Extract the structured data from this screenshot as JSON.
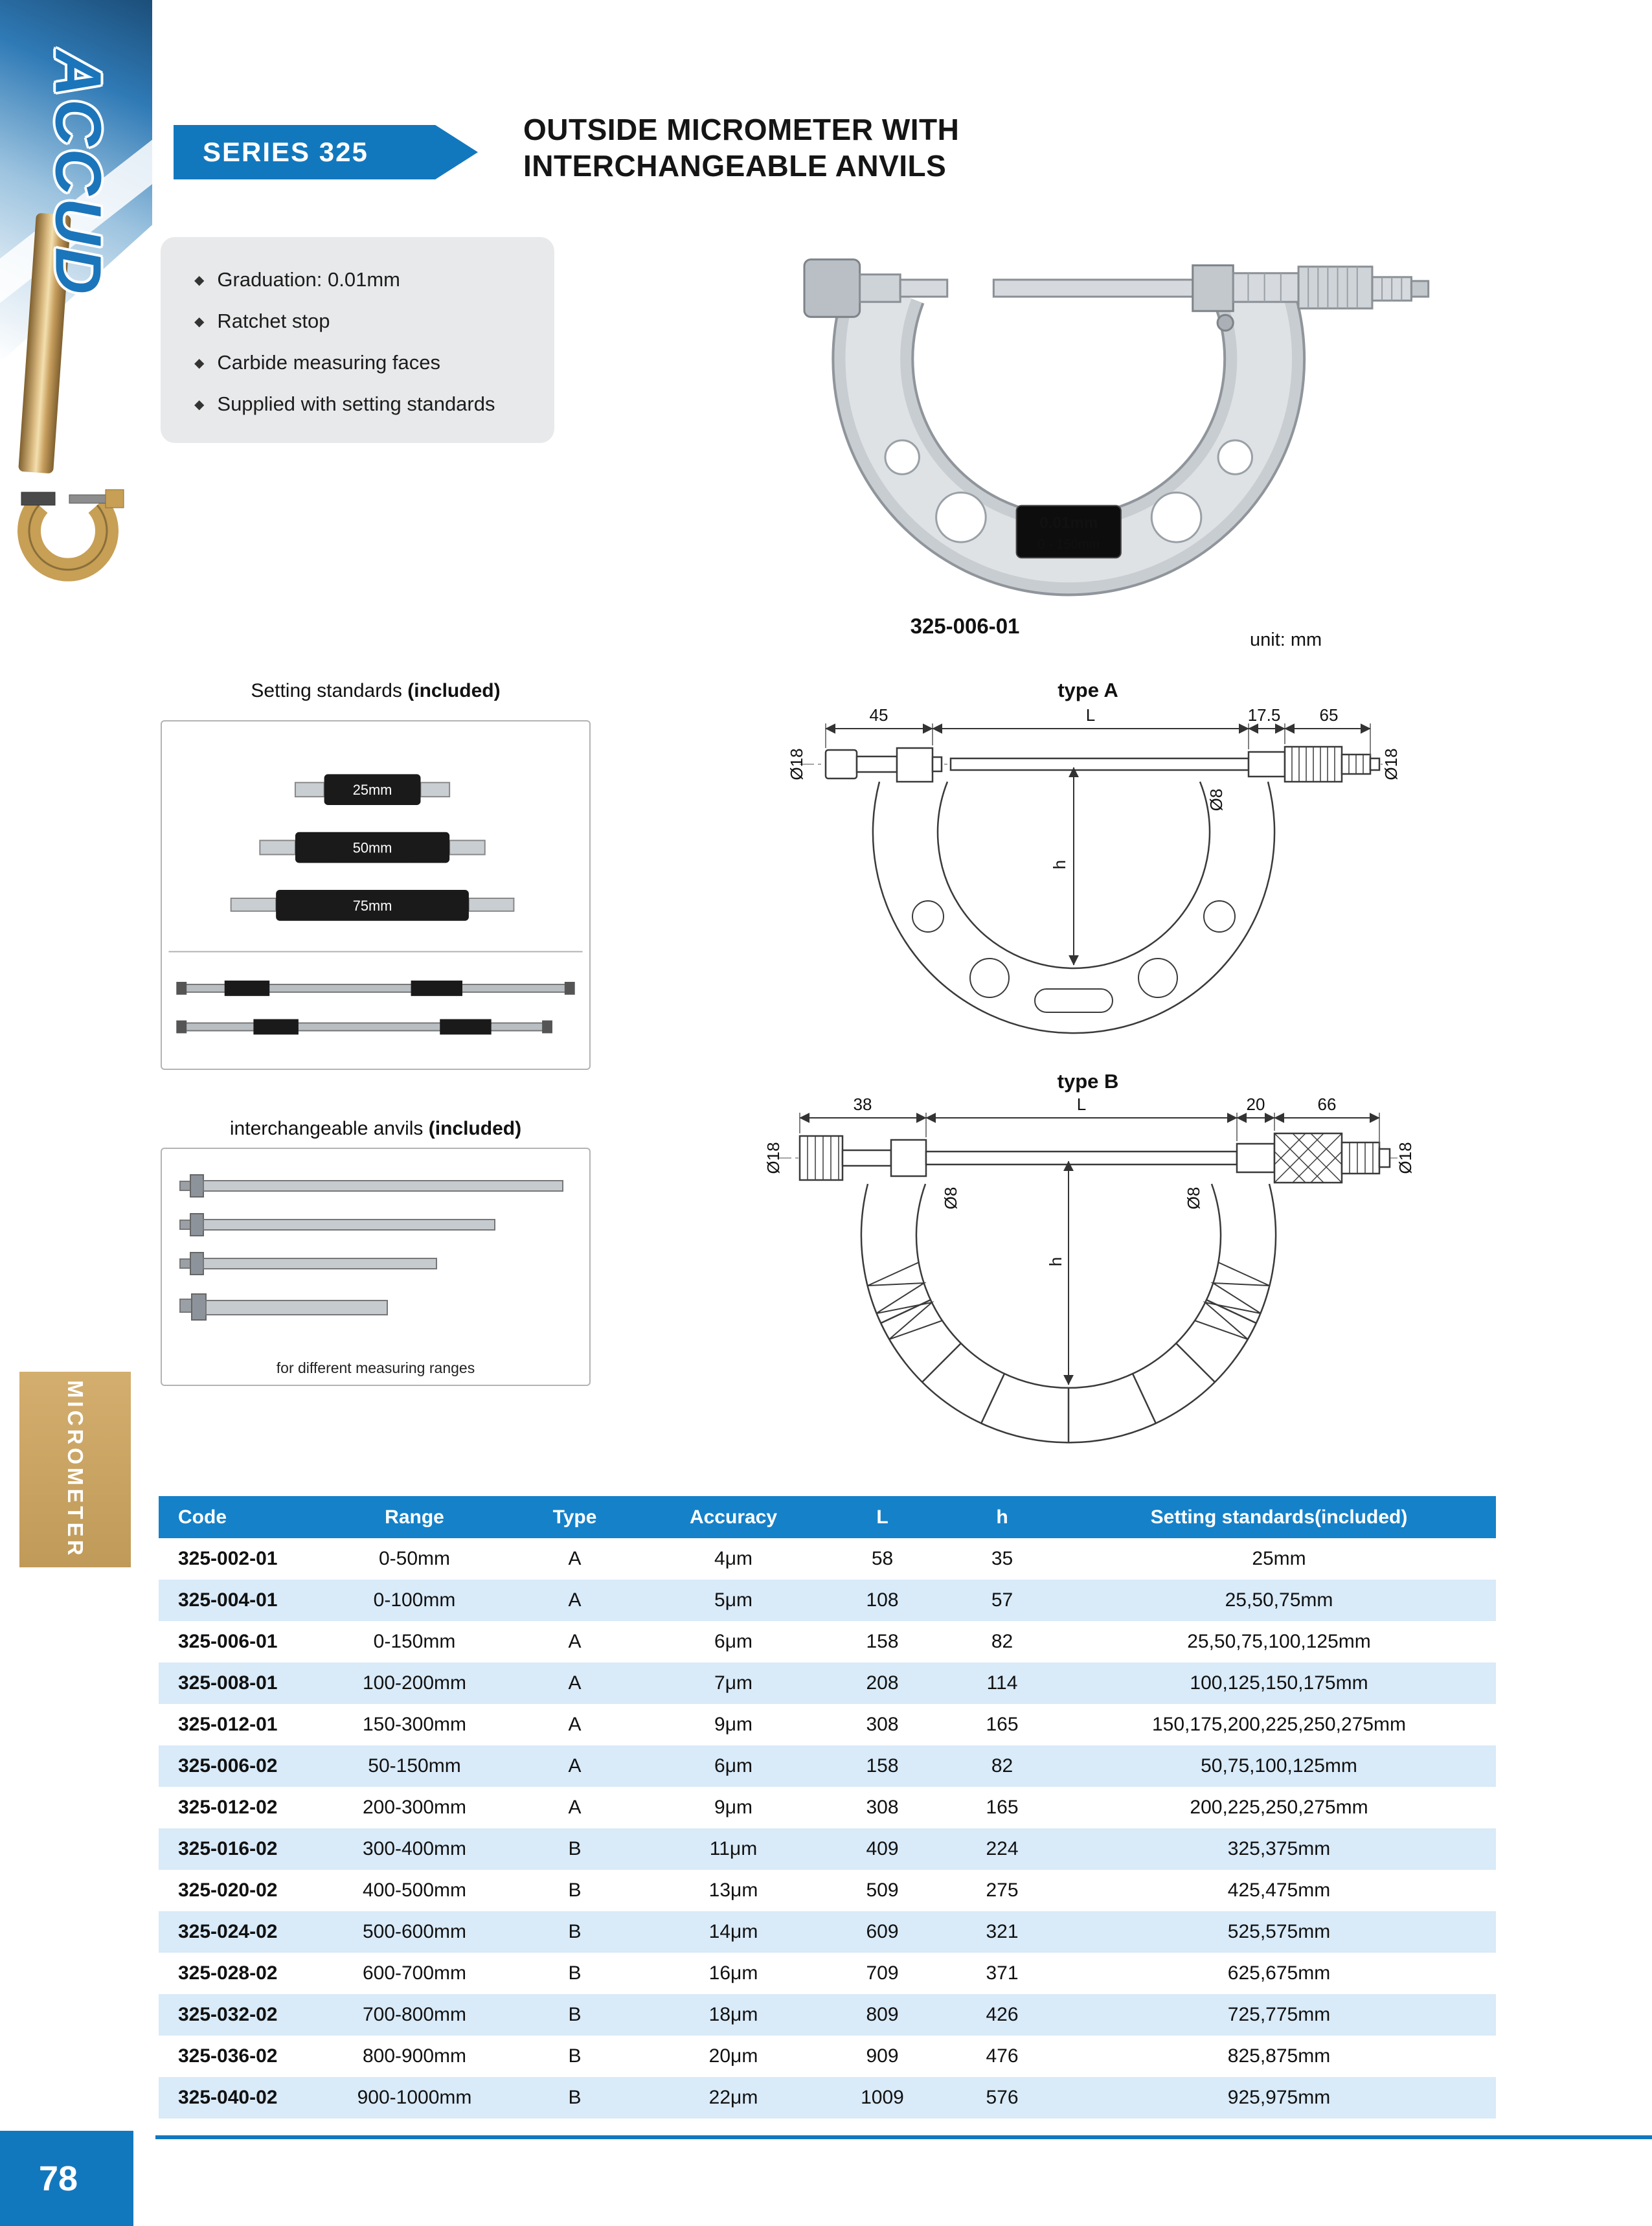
{
  "brand": {
    "name": "ACCUD",
    "category": "MICROMETER"
  },
  "page": {
    "number": "78",
    "unit": "unit: mm"
  },
  "header": {
    "series": "SERIES 325",
    "title_line1": "OUTSIDE MICROMETER WITH",
    "title_line2": "INTERCHANGEABLE ANVILS"
  },
  "features": [
    "Graduation: 0.01mm",
    "Ratchet stop",
    "Carbide measuring faces",
    "Supplied with setting standards"
  ],
  "product": {
    "model": "325-006-01",
    "plate_line1": "0.01mm",
    "plate_line2": "0 - 150mm"
  },
  "setting_standards": {
    "title": "Setting standards ",
    "included": "(included)",
    "labels": [
      "25mm",
      "50mm",
      "75mm"
    ]
  },
  "anvils": {
    "title": "interchangeable anvils ",
    "included": "(included)",
    "caption": "for different measuring ranges"
  },
  "drawings": {
    "type_a": {
      "label": "type A",
      "dim_45": "45",
      "dim_L": "L",
      "dim_175": "17.5",
      "dim_65": "65",
      "dim_d18": "Ø18",
      "dim_d8": "Ø8",
      "dim_h": "h"
    },
    "type_b": {
      "label": "type B",
      "dim_38": "38",
      "dim_L": "L",
      "dim_20": "20",
      "dim_66": "66",
      "dim_d18": "Ø18",
      "dim_d8": "Ø8",
      "dim_h": "h"
    }
  },
  "table": {
    "headers": [
      "Code",
      "Range",
      "Type",
      "Accuracy",
      "L",
      "h",
      "Setting standards(included)"
    ],
    "rows": [
      [
        "325-002-01",
        "0-50mm",
        "A",
        "4μm",
        "58",
        "35",
        "25mm"
      ],
      [
        "325-004-01",
        "0-100mm",
        "A",
        "5μm",
        "108",
        "57",
        "25,50,75mm"
      ],
      [
        "325-006-01",
        "0-150mm",
        "A",
        "6μm",
        "158",
        "82",
        "25,50,75,100,125mm"
      ],
      [
        "325-008-01",
        "100-200mm",
        "A",
        "7μm",
        "208",
        "114",
        "100,125,150,175mm"
      ],
      [
        "325-012-01",
        "150-300mm",
        "A",
        "9μm",
        "308",
        "165",
        "150,175,200,225,250,275mm"
      ],
      [
        "325-006-02",
        "50-150mm",
        "A",
        "6μm",
        "158",
        "82",
        "50,75,100,125mm"
      ],
      [
        "325-012-02",
        "200-300mm",
        "A",
        "9μm",
        "308",
        "165",
        "200,225,250,275mm"
      ],
      [
        "325-016-02",
        "300-400mm",
        "B",
        "11μm",
        "409",
        "224",
        "325,375mm"
      ],
      [
        "325-020-02",
        "400-500mm",
        "B",
        "13μm",
        "509",
        "275",
        "425,475mm"
      ],
      [
        "325-024-02",
        "500-600mm",
        "B",
        "14μm",
        "609",
        "321",
        "525,575mm"
      ],
      [
        "325-028-02",
        "600-700mm",
        "B",
        "16μm",
        "709",
        "371",
        "625,675mm"
      ],
      [
        "325-032-02",
        "700-800mm",
        "B",
        "18μm",
        "809",
        "426",
        "725,775mm"
      ],
      [
        "325-036-02",
        "800-900mm",
        "B",
        "20μm",
        "909",
        "476",
        "825,875mm"
      ],
      [
        "325-040-02",
        "900-1000mm",
        "B",
        "22μm",
        "1009",
        "576",
        "925,975mm"
      ]
    ]
  },
  "colors": {
    "primary_blue": "#1278be",
    "table_header_blue": "#1581c9",
    "row_alt_blue": "#d9eaf8",
    "gold": "#c9a565"
  }
}
